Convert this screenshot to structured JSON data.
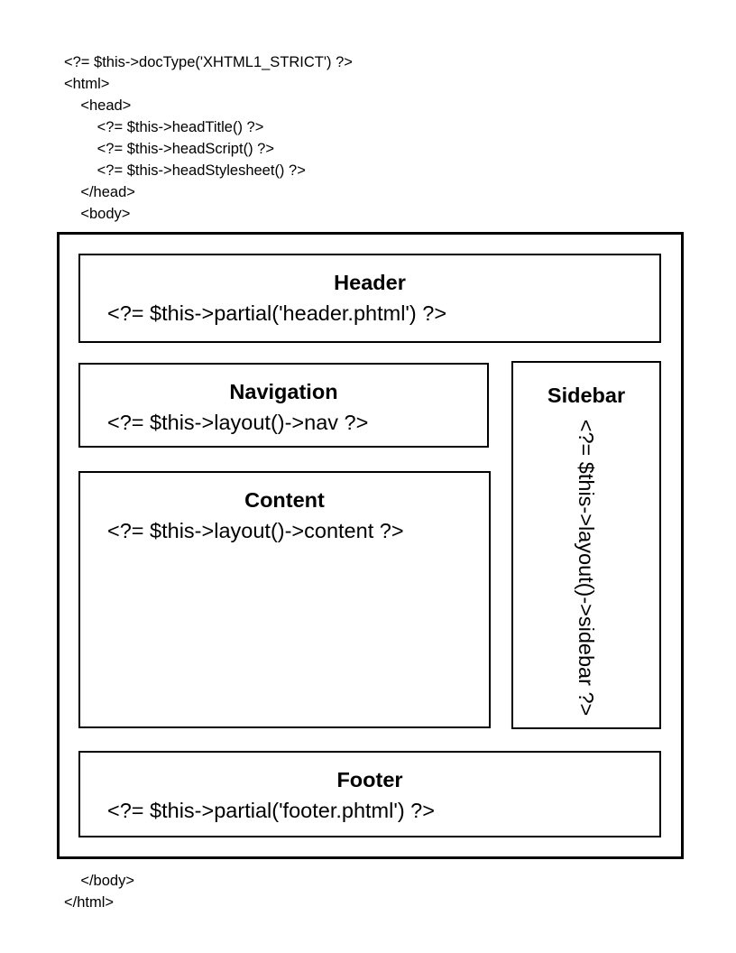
{
  "code": {
    "top": "<?= $this->docType('XHTML1_STRICT') ?>\n<html>\n    <head>\n        <?= $this->headTitle() ?>\n        <?= $this->headScript() ?>\n        <?= $this->headStylesheet() ?>\n    </head>\n    <body>",
    "bottom": "    </body>\n</html>"
  },
  "boxes": {
    "header": {
      "title": "Header",
      "code": "<?= $this->partial('header.phtml') ?>"
    },
    "navigation": {
      "title": "Navigation",
      "code": "<?= $this->layout()->nav ?>"
    },
    "content": {
      "title": "Content",
      "code": "<?= $this->layout()->content ?>"
    },
    "sidebar": {
      "title": "Sidebar",
      "code": "<?= $this->layout()->sidebar ?>"
    },
    "footer": {
      "title": "Footer",
      "code": "<?= $this->partial('footer.phtml') ?>"
    }
  },
  "colors": {
    "border": "#000000",
    "background": "#ffffff",
    "text": "#000000"
  }
}
